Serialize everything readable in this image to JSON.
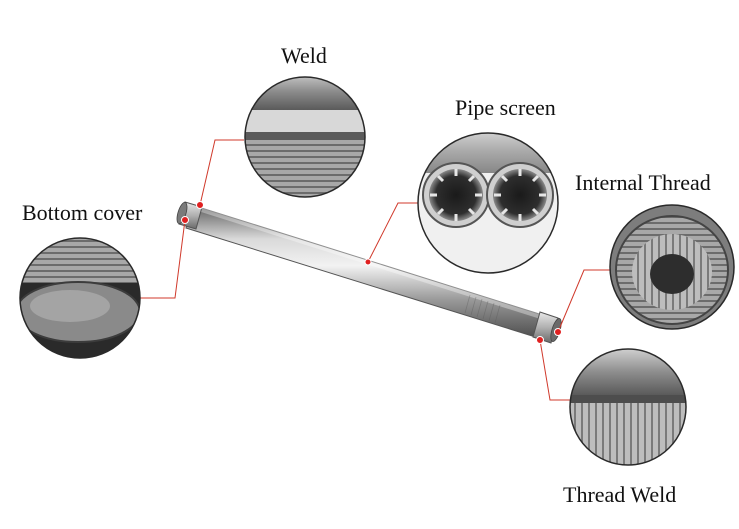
{
  "labels": {
    "weld": "Weld",
    "pipe_screen": "Pipe screen",
    "bottom_cover": "Bottom cover",
    "internal_thread": "Internal Thread",
    "thread_weld": "Thread Weld"
  },
  "colors": {
    "leader_line": "#d0392b",
    "marker": "#e02020",
    "steel_light": "#e6e6e6",
    "steel_dark": "#6f6f6f"
  }
}
